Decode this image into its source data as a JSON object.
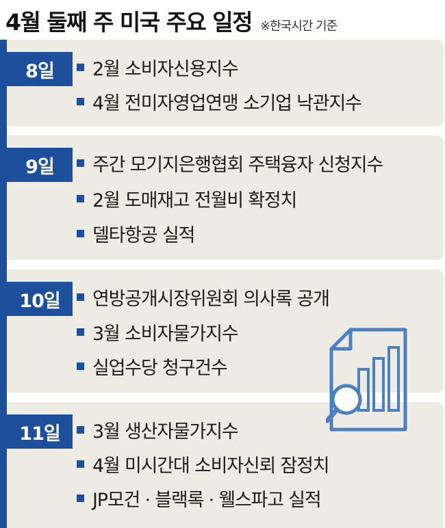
{
  "header": {
    "title": "4월 둘째 주 미국 주요 일정",
    "note": "※한국시간 기준"
  },
  "days": [
    {
      "label": "8일",
      "events": [
        "2월 소비자신용지수",
        "4월 전미자영업연맹 소기업 낙관지수"
      ]
    },
    {
      "label": "9일",
      "events": [
        "주간 모기지은행협회 주택융자 신청지수",
        "2월 도매재고 전월비 확정치",
        "델타항공 실적"
      ]
    },
    {
      "label": "10일",
      "events": [
        "연방공개시장위원회 의사록 공개",
        "3월 소비자물가지수",
        "실업수당 청구건수"
      ]
    },
    {
      "label": "11일",
      "events": [
        "3월 생산자물가지수",
        "4월 미시간대 소비자신뢰 잠정치",
        "JP모건 · 블랙록 · 웰스파고 실적"
      ]
    }
  ],
  "decoration": {
    "icon": "document-chart-magnifier-icon",
    "accent_color": "#1c4f9c",
    "panel_color": "#eeebe3"
  }
}
